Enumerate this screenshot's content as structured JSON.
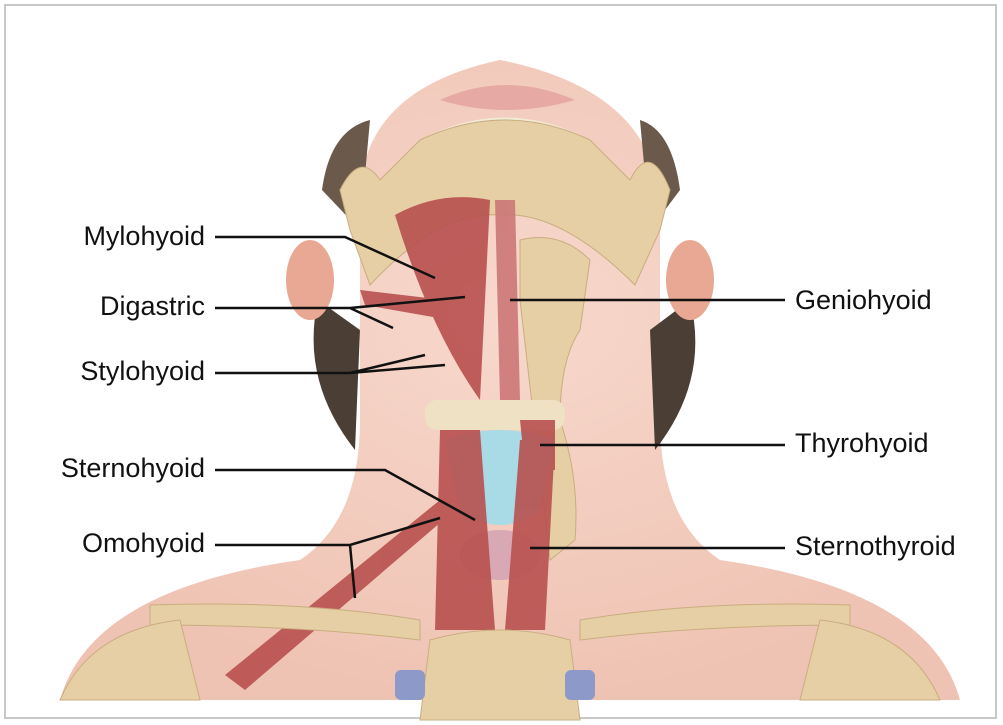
{
  "labels_left": [
    "Mylohyoid",
    "Digastric",
    "Stylohyoid",
    "Sternohyoid",
    "Omohyoid"
  ],
  "labels_right": [
    "Geniohyoid",
    "Thyrohyoid",
    "Sternothyroid"
  ],
  "colors": {
    "muscle": "#b8504f",
    "bone": "#e6cfa5",
    "skin": "#f3cfc1",
    "cartilage": "#a9dbe6",
    "hair": "#4a3e35"
  }
}
